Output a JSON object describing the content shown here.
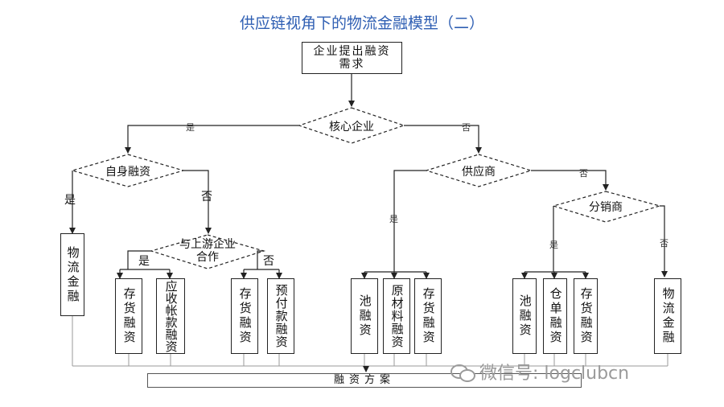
{
  "title": "供应链视角下的物流金融模型（二）",
  "nodes": {
    "start": "企业提出融资需求",
    "core_enterprise": "核心企业",
    "self_financing": "自身融资",
    "supplier": "供应商",
    "distributor": "分销商",
    "upstream_coop": "与上游企业合作",
    "logistics_finance_left": "物流金融",
    "logistics_finance_right": "物流金融",
    "box1": "存货融资",
    "box2": "应收帐款融资",
    "box3": "存货融资",
    "box4": "预付款融资",
    "box5": "池融资",
    "box6": "原材料融资",
    "box7": "存货融资",
    "box8": "池融资",
    "box9": "仓单融资",
    "box10": "存货融资",
    "result": "融资方案"
  },
  "edges": {
    "core_yes": "是",
    "core_no": "否",
    "self_yes": "是",
    "self_no": "否",
    "upstream_yes": "是",
    "upstream_no": "否",
    "supplier_yes": "是",
    "supplier_no": "否",
    "distributor_yes": "是",
    "distributor_no": "否"
  },
  "watermark": "微信号: logclubcn"
}
